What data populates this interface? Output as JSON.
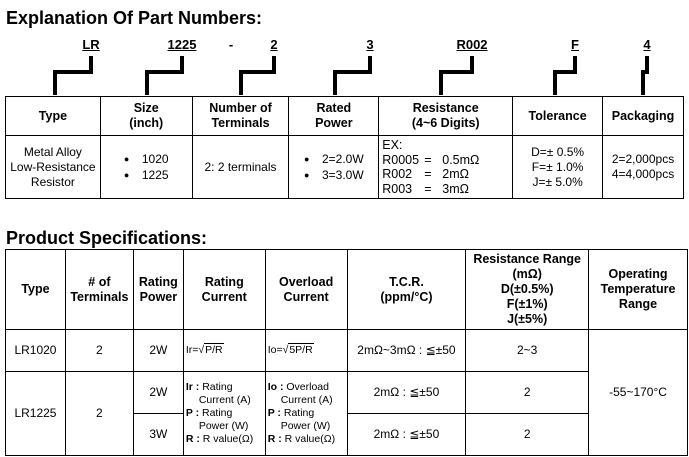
{
  "headings": {
    "explanation": "Explanation Of Part Numbers:",
    "specs": "Product Specifications:"
  },
  "part_number": {
    "codes": [
      "LR",
      "1225",
      "2",
      "3",
      "R002",
      "F",
      "4"
    ],
    "separator": "-"
  },
  "explanation_table": {
    "headers": {
      "type": "Type",
      "size": [
        "Size",
        "(inch)"
      ],
      "terminals": [
        "Number of",
        "Terminals"
      ],
      "power": [
        "Rated",
        "Power"
      ],
      "resistance": [
        "Resistance",
        "(4~6 Digits)"
      ],
      "tolerance": "Tolerance",
      "packaging": "Packaging"
    },
    "type": [
      "Metal Alloy",
      "Low-Resistance",
      "Resistor"
    ],
    "sizes": [
      "1020",
      "1225"
    ],
    "terminals": "2: 2 terminals",
    "powers": [
      "2=2.0W",
      "3=3.0W"
    ],
    "resistance": {
      "ex_label": "EX:",
      "rows": [
        {
          "code": "R0005",
          "eq": "=",
          "value": "0.5mΩ"
        },
        {
          "code": "R002",
          "eq": "=",
          "value": "2mΩ"
        },
        {
          "code": "R003",
          "eq": "=",
          "value": "3mΩ"
        }
      ]
    },
    "tolerances": [
      "D=± 0.5%",
      "F=± 1.0%",
      "J=± 5.0%"
    ],
    "packaging": [
      "2=2,000pcs",
      "4=4,000pcs"
    ]
  },
  "specs_table": {
    "headers": {
      "type": "Type",
      "terminals": [
        "# of",
        "Terminals"
      ],
      "rating_power": [
        "Rating",
        "Power"
      ],
      "rating_current": [
        "Rating",
        "Current"
      ],
      "overload_current": [
        "Overload",
        "Current"
      ],
      "tcr": [
        "T.C.R.",
        "(ppm/°C)"
      ],
      "resistance_range": [
        "Resistance Range",
        "(mΩ)",
        "D(±0.5%)",
        "F(±1%)",
        "J(±5%)"
      ],
      "operating_temp": [
        "Operating",
        "Temperature",
        "Range"
      ]
    },
    "rating_current_formula": {
      "prefix": "Ir=",
      "root": "√",
      "radicand": "P/R"
    },
    "overload_current_formula": {
      "prefix": "Io=",
      "root": "√",
      "radicand": "5P/R"
    },
    "rating_current_defs": [
      {
        "sym": "Ir",
        "sep": " : ",
        "text": "Rating",
        "cont": "Current (A)"
      },
      {
        "sym": "P",
        "sep": " : ",
        "text": "Rating",
        "cont": "Power (W)"
      },
      {
        "sym": "R",
        "sep": " : ",
        "text": "R value(Ω)",
        "cont": ""
      }
    ],
    "overload_current_defs": [
      {
        "sym": "Io",
        "sep": " : ",
        "text": "Overload",
        "cont": "Current (A)"
      },
      {
        "sym": "P",
        "sep": " : ",
        "text": "Rating",
        "cont": "Power (W)"
      },
      {
        "sym": "R",
        "sep": " : ",
        "text": "R value(Ω)",
        "cont": ""
      }
    ],
    "rows": [
      {
        "type": "LR1020",
        "terminals": "2",
        "power": "2W",
        "tcr": "2mΩ~3mΩ : ≦±50",
        "range": "2~3"
      },
      {
        "type": "LR1225",
        "terminals": "2",
        "power": "2W",
        "tcr": "2mΩ : ≦±50",
        "range": "2"
      },
      {
        "type": "",
        "terminals": "",
        "power": "3W",
        "tcr": "2mΩ : ≦±50",
        "range": "2"
      }
    ],
    "operating_temp_value": "-55~170°C"
  }
}
